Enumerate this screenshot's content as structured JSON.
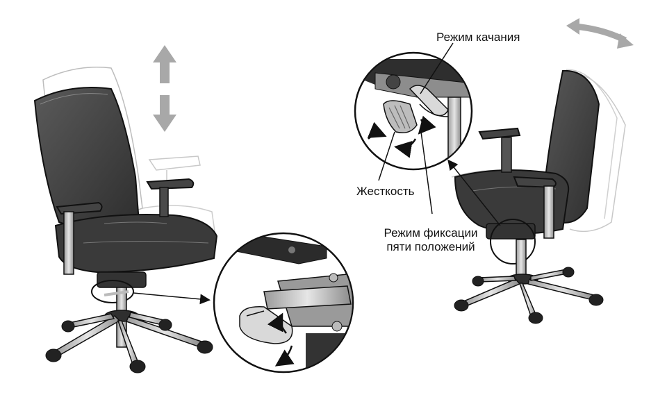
{
  "labels": {
    "swing_mode": "Режим качания",
    "stiffness": "Жесткость",
    "lock_mode_line1": "Режим фиксации",
    "lock_mode_line2": "пяти положений"
  },
  "colors": {
    "seat_dark": "#3d3d3d",
    "seat_mid": "#555555",
    "metal": "#c4c4c4",
    "metal_dark": "#8a8a8a",
    "arrow_gray": "#a8a8a8",
    "outline": "#111111"
  },
  "icons": {
    "height_arrows": "up-down-arrow-icon",
    "swing_arrow": "curved-double-arrow-icon",
    "rotation_arrows": "rotate-arrows-icon"
  }
}
